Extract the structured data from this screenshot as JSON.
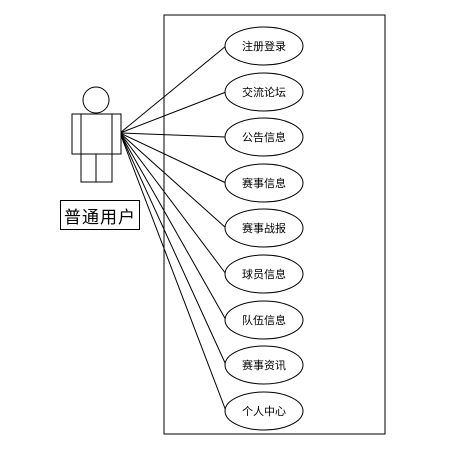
{
  "actor": {
    "label": "普通用户"
  },
  "use_cases": [
    {
      "label": "注册登录"
    },
    {
      "label": "交流论坛"
    },
    {
      "label": "公告信息"
    },
    {
      "label": "赛事信息"
    },
    {
      "label": "赛事战报"
    },
    {
      "label": "球员信息"
    },
    {
      "label": "队伍信息"
    },
    {
      "label": "赛事资讯"
    },
    {
      "label": "个人中心"
    }
  ],
  "colors": {
    "stroke": "#000000",
    "fill": "#ffffff"
  }
}
